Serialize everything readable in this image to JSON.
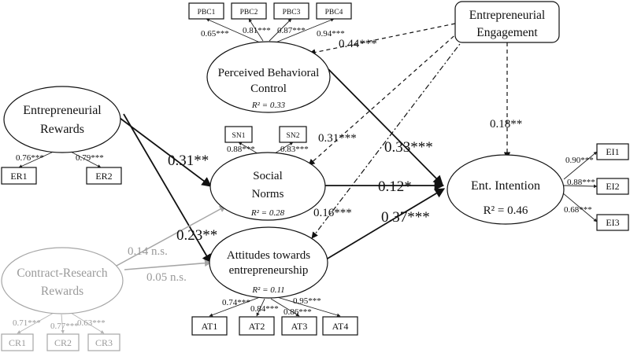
{
  "constructs": {
    "entrepreneurial_engagement": [
      "Entrepreneurial",
      "Engagement"
    ],
    "pbc": [
      "Perceived Behavioral",
      "Control"
    ],
    "pbc_r2": "R² =  0.33",
    "entrepreneurial_rewards": [
      "Entrepreneurial",
      "Rewards"
    ],
    "social_norms": [
      "Social",
      "Norms"
    ],
    "sn_r2": "R² =  0.28",
    "ent_intention": "Ent. Intention",
    "ei_r2": "R² =  0.46",
    "attitudes": [
      "Attitudes towards",
      "entrepreneurship"
    ],
    "at_r2": "R² =  0.11",
    "contract_research_rewards": [
      "Contract-Research",
      "Rewards"
    ]
  },
  "indicators": {
    "pbc": [
      {
        "label": "PBC1",
        "loading": "0.65***"
      },
      {
        "label": "PBC2",
        "loading": "0.81***"
      },
      {
        "label": "PBC3",
        "loading": "0.87***"
      },
      {
        "label": "PBC4",
        "loading": "0.94***"
      }
    ],
    "sn": [
      {
        "label": "SN1",
        "loading": "0.88***"
      },
      {
        "label": "SN2",
        "loading": "0.83***"
      }
    ],
    "er": [
      {
        "label": "ER1",
        "loading": "0.76***"
      },
      {
        "label": "ER2",
        "loading": "0.79***"
      }
    ],
    "ei": [
      {
        "label": "EI1",
        "loading": "0.90***"
      },
      {
        "label": "EI2",
        "loading": "0.88***"
      },
      {
        "label": "EI3",
        "loading": "0.68***"
      }
    ],
    "at": [
      {
        "label": "AT1",
        "loading": "0.74***"
      },
      {
        "label": "AT2",
        "loading": "0.84***"
      },
      {
        "label": "AT3",
        "loading": "0.86***"
      },
      {
        "label": "AT4",
        "loading": "0.95***"
      }
    ],
    "cr": [
      {
        "label": "CR1",
        "loading": "0.71***"
      },
      {
        "label": "CR2",
        "loading": "0.77***"
      },
      {
        "label": "CR3",
        "loading": "0.63***"
      }
    ]
  },
  "paths": {
    "eng_to_pbc": "0.44***",
    "eng_to_sn": "0.31***",
    "eng_to_ei": "0.18**",
    "eng_to_at": "0.16***",
    "er_to_sn": "0.31**",
    "er_to_at": "0.23**",
    "pbc_to_ei": "0.33***",
    "sn_to_ei": "0.12*",
    "at_to_ei": "0.37***",
    "cr_to_sn": "0.14 n.s.",
    "cr_to_at": "0.05 n.s."
  },
  "colors": {
    "significant": "#111111",
    "non_significant": "#a6a6a6"
  }
}
